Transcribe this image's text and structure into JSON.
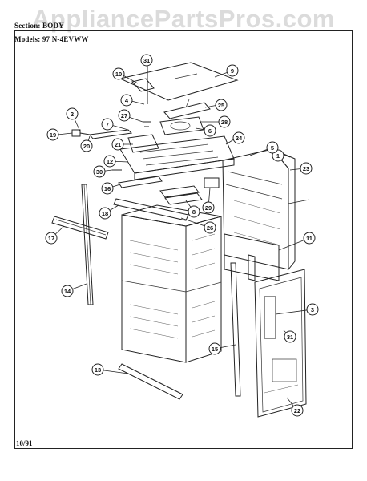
{
  "watermark": "AppliancePartsPros.com",
  "header": {
    "section": "Section: BODY",
    "models": "Models: 97 N-4EVWW"
  },
  "footer": {
    "date": "10/91"
  },
  "callouts": [
    "1",
    "2",
    "3",
    "4",
    "5",
    "6",
    "7",
    "8",
    "9",
    "10",
    "11",
    "12",
    "13",
    "14",
    "15",
    "16",
    "17",
    "18",
    "19",
    "20",
    "21",
    "22",
    "23",
    "24",
    "25",
    "26",
    "27",
    "28",
    "29",
    "30",
    "31",
    "31"
  ]
}
